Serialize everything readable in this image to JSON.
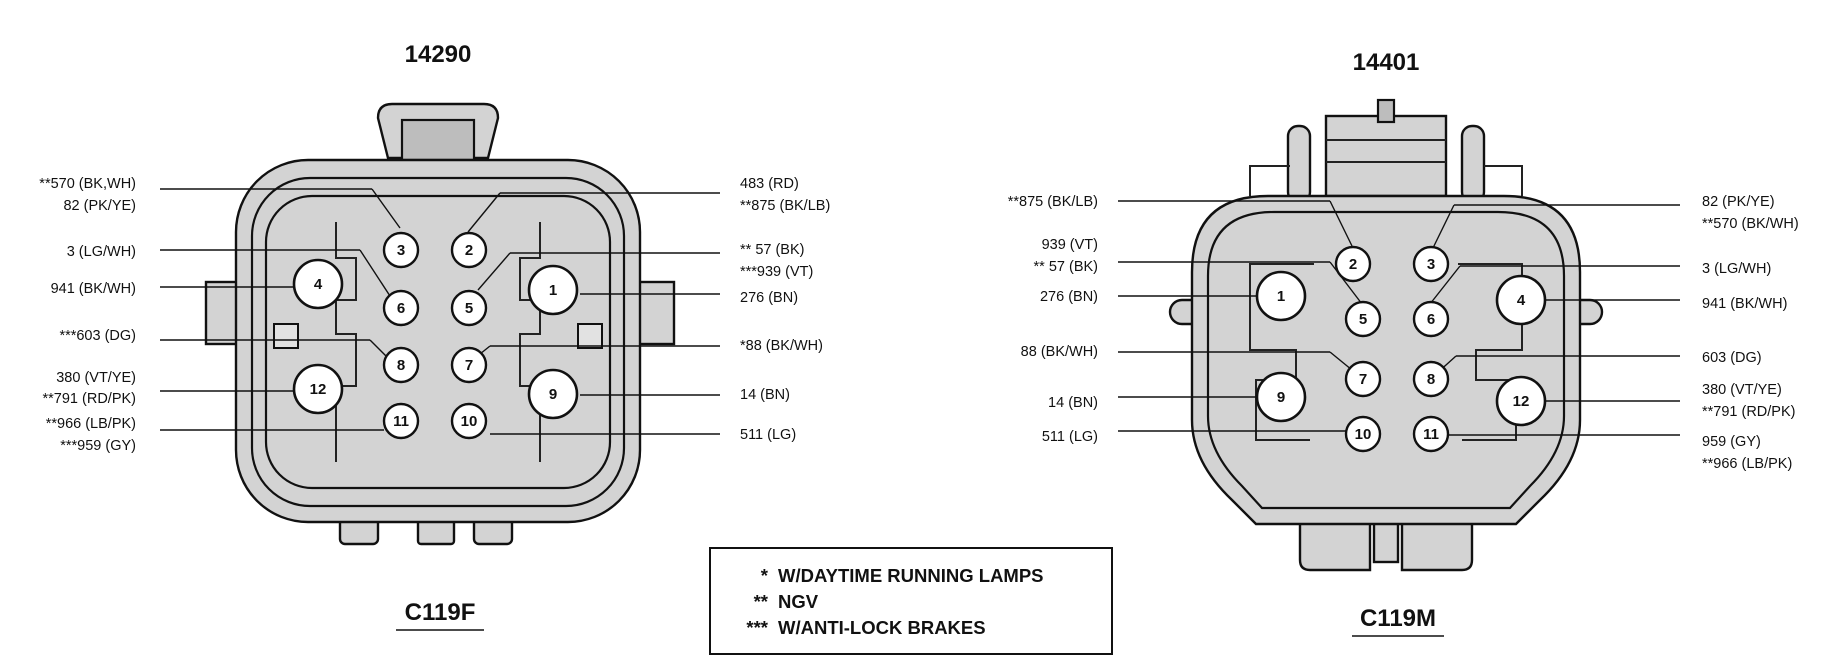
{
  "connector_left": {
    "part_number": "14290",
    "connector_id": "C119F",
    "labels_left": [
      "**570 (BK,WH)",
      "82 (PK/YE)",
      "3 (LG/WH)",
      "941 (BK/WH)",
      "***603 (DG)",
      "380 (VT/YE)",
      "**791 (RD/PK)",
      "**966 (LB/PK)",
      "***959 (GY)"
    ],
    "labels_right": [
      "483 (RD)",
      "**875 (BK/LB)",
      "** 57 (BK)",
      "***939 (VT)",
      "276 (BN)",
      "*88 (BK/WH)",
      "14 (BN)",
      "511 (LG)"
    ],
    "pins": [
      "1",
      "2",
      "3",
      "4",
      "5",
      "6",
      "7",
      "8",
      "9",
      "10",
      "11",
      "12"
    ]
  },
  "connector_right": {
    "part_number": "14401",
    "connector_id": "C119M",
    "labels_left": [
      "**875 (BK/LB)",
      "939 (VT)",
      "** 57 (BK)",
      "276 (BN)",
      "88 (BK/WH)",
      "14 (BN)",
      "511 (LG)"
    ],
    "labels_right": [
      "82 (PK/YE)",
      "**570 (BK/WH)",
      "3 (LG/WH)",
      "941 (BK/WH)",
      "603 (DG)",
      "380 (VT/YE)",
      "**791 (RD/PK)",
      "959 (GY)",
      "**966 (LB/PK)"
    ],
    "pins": [
      "1",
      "2",
      "3",
      "4",
      "5",
      "6",
      "7",
      "8",
      "9",
      "10",
      "11",
      "12"
    ]
  },
  "legend": [
    {
      "mark": "*",
      "text": "W/DAYTIME RUNNING LAMPS"
    },
    {
      "mark": "**",
      "text": "NGV"
    },
    {
      "mark": "***",
      "text": "W/ANTI-LOCK BRAKES"
    }
  ]
}
